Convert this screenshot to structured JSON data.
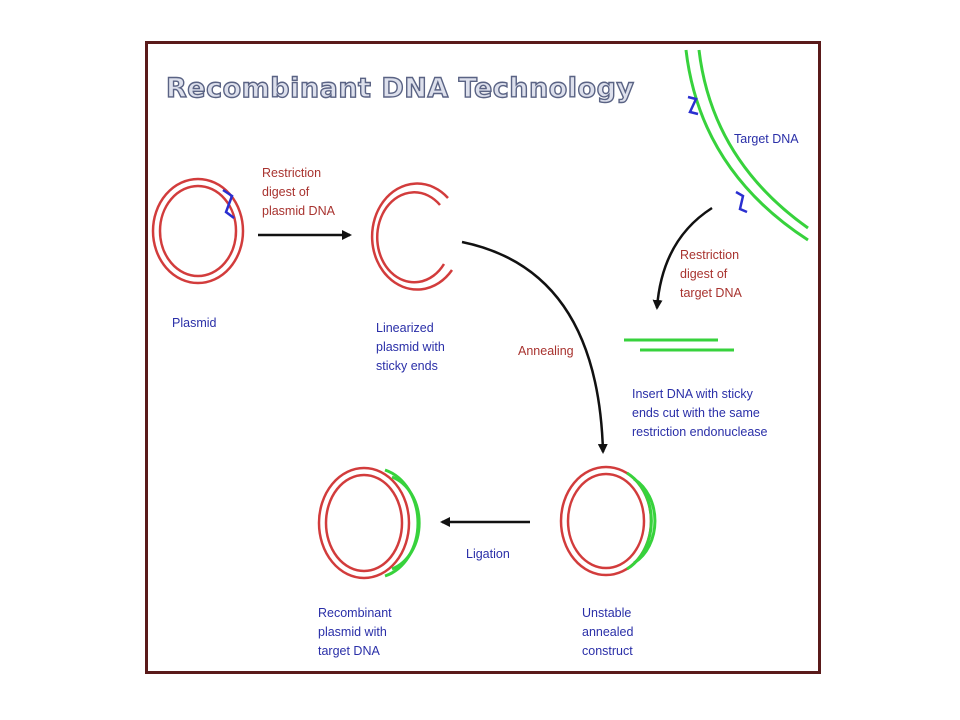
{
  "title": "Recombinant DNA Technology",
  "labels": {
    "restriction_plasmid": [
      "Restriction",
      "digest of",
      "plasmid DNA"
    ],
    "target_dna": "Target DNA",
    "plasmid": "Plasmid",
    "linearized": [
      "Linearized",
      "plasmid with",
      "sticky ends"
    ],
    "restriction_target": [
      "Restriction",
      "digest of",
      "target DNA"
    ],
    "annealing": "Annealing",
    "insert": [
      "Insert DNA with sticky",
      "ends cut with the same",
      "restriction endonuclease"
    ],
    "ligation": "Ligation",
    "recombinant": [
      "Recombinant",
      "plasmid with",
      "target DNA"
    ],
    "unstable": [
      "Unstable",
      "annealed",
      "construct"
    ]
  },
  "colors": {
    "plasmid": "#d23c3c",
    "target": "#37d23c",
    "sticky_ends": "#2a2fd0",
    "arrow": "#111111",
    "red_text": "#a8332f",
    "blue_text": "#2a2fa8",
    "border": "#5a1a1a"
  }
}
